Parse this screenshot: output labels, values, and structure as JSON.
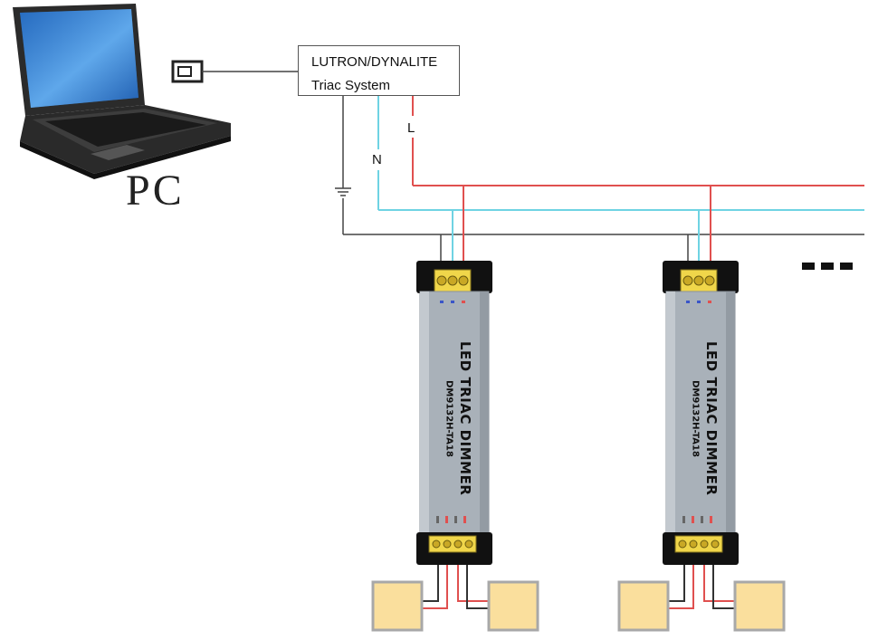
{
  "pc": {
    "label": "PC",
    "icon": "laptop-icon",
    "port_icon": "usb-port-icon"
  },
  "system_box": {
    "line1": "LUTRON/DYNALITE",
    "line2": "Triac System"
  },
  "wires": {
    "neutral_label": "N",
    "live_label": "L",
    "ground_icon": "ground-icon"
  },
  "colors": {
    "live": "#e0504f",
    "neutral": "#6fd3e3",
    "ground": "#444444",
    "dimmer_body": "#a9b1b9",
    "terminal": "#f0d64a",
    "led_panel": "#fadf9d"
  },
  "dimmers": [
    {
      "title": "LED TRIAC DIMMER",
      "model": "DM9132H-TA18"
    },
    {
      "title": "LED TRIAC DIMMER",
      "model": "DM9132H-TA18"
    }
  ],
  "continuation_icon": "ellipsis-icon"
}
